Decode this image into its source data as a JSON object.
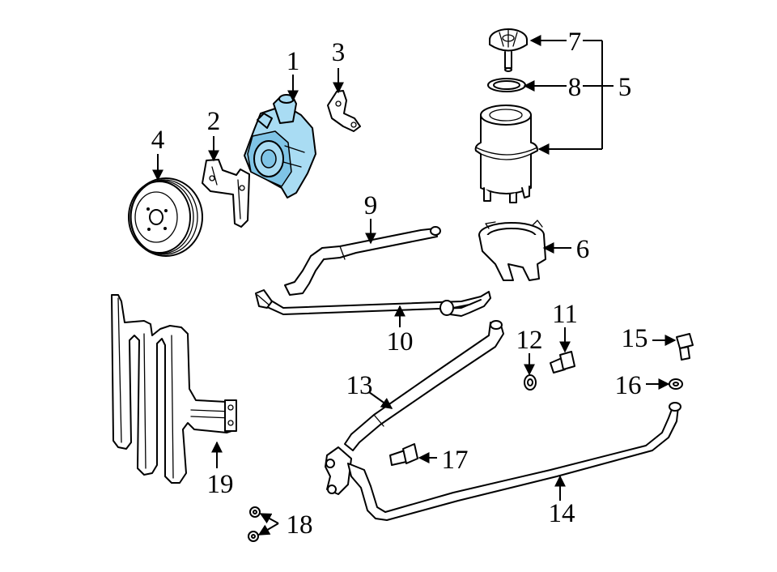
{
  "callouts": [
    {
      "id": "1",
      "text": "1"
    },
    {
      "id": "2",
      "text": "2"
    },
    {
      "id": "3",
      "text": "3"
    },
    {
      "id": "4",
      "text": "4"
    },
    {
      "id": "5",
      "text": "5"
    },
    {
      "id": "6",
      "text": "6"
    },
    {
      "id": "7",
      "text": "7"
    },
    {
      "id": "8",
      "text": "8"
    },
    {
      "id": "9",
      "text": "9"
    },
    {
      "id": "10",
      "text": "10"
    },
    {
      "id": "11",
      "text": "11"
    },
    {
      "id": "12",
      "text": "12"
    },
    {
      "id": "13",
      "text": "13"
    },
    {
      "id": "14",
      "text": "14"
    },
    {
      "id": "15",
      "text": "15"
    },
    {
      "id": "16",
      "text": "16"
    },
    {
      "id": "17",
      "text": "17"
    },
    {
      "id": "18",
      "text": "18"
    },
    {
      "id": "19",
      "text": "19"
    }
  ],
  "colors": {
    "highlight": "#a9dcf3",
    "line": "#000000",
    "background": "#ffffff"
  }
}
